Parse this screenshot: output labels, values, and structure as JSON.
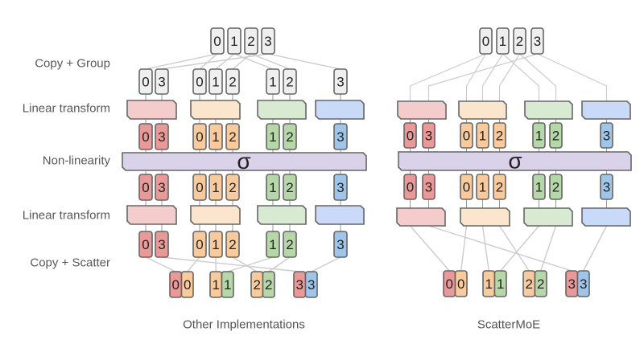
{
  "row_labels": [
    "Copy + Group",
    "Linear transform",
    "Non-linearity",
    "Linear transform",
    "Copy + Scatter"
  ],
  "sigma_symbol": "σ",
  "colors": {
    "token_gray": "#efefef",
    "border": "#666666",
    "copy_line": "#cccccc",
    "connector": "#999999",
    "sigma_fill": "#d9d2e9",
    "text": "#222222"
  },
  "experts": [
    {
      "name": "red",
      "fill": "#ea9999",
      "light": "#f4cccc"
    },
    {
      "name": "orange",
      "fill": "#f9cb9c",
      "light": "#fce5cd"
    },
    {
      "name": "green",
      "fill": "#b6d7a8",
      "light": "#d9ead3"
    },
    {
      "name": "blue",
      "fill": "#9fc5e8",
      "light": "#c9daf8"
    }
  ],
  "panels": [
    {
      "caption": "Other Implementations",
      "input_tokens": [
        "0",
        "1",
        "2",
        "3"
      ],
      "expert_tokens": [
        [
          "0",
          "3"
        ],
        [
          "0",
          "1",
          "2"
        ],
        [
          "1",
          "2"
        ],
        [
          "3"
        ]
      ],
      "outputs": [
        {
          "token": "0",
          "sources": [
            "red",
            "orange"
          ]
        },
        {
          "token": "1",
          "sources": [
            "orange",
            "green"
          ]
        },
        {
          "token": "2",
          "sources": [
            "orange",
            "green"
          ]
        },
        {
          "token": "3",
          "sources": [
            "red",
            "blue"
          ]
        }
      ]
    },
    {
      "caption": "ScatterMoE",
      "input_tokens": [
        "0",
        "1",
        "2",
        "3"
      ],
      "expert_tokens": [
        [
          "0",
          "3"
        ],
        [
          "0",
          "1",
          "2"
        ],
        [
          "1",
          "2"
        ],
        [
          "3"
        ]
      ],
      "outputs": [
        {
          "token": "0",
          "sources": [
            "red",
            "orange"
          ]
        },
        {
          "token": "1",
          "sources": [
            "orange",
            "green"
          ]
        },
        {
          "token": "2",
          "sources": [
            "orange",
            "green"
          ]
        },
        {
          "token": "3",
          "sources": [
            "red",
            "blue"
          ]
        }
      ]
    }
  ]
}
